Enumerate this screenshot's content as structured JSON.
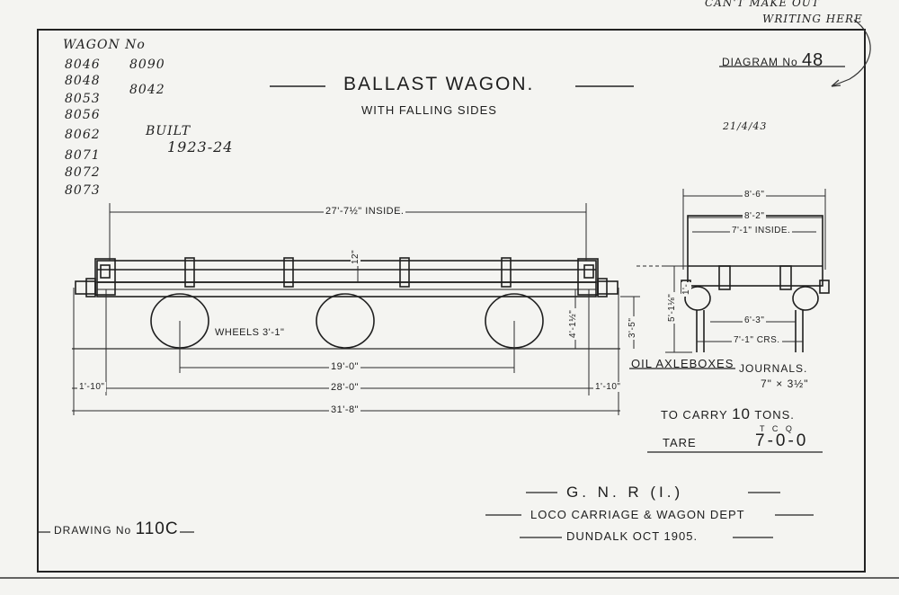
{
  "handwritten": {
    "top_note": [
      "CAN'T MAKE OUT",
      "WRITING HERE"
    ],
    "wagon_no_label": "WAGON No",
    "wagon_numbers_col1": [
      "8046",
      "8048",
      "8053",
      "8056",
      "8062",
      "8071",
      "8072",
      "8073"
    ],
    "wagon_numbers_col2": [
      "8090",
      "8042"
    ],
    "built_label": "BUILT",
    "built_years": "1923-24",
    "date": "21/4/43"
  },
  "drawing": {
    "diagram_label": "DIAGRAM No",
    "diagram_number": "48",
    "title": "BALLAST WAGON.",
    "subtitle": "WITH FALLING SIDES",
    "drawing_label": "DRAWING No",
    "drawing_number": "110C"
  },
  "side_view": {
    "inside_length": "27'-7½\" INSIDE.",
    "side_height": "12\"",
    "wheels_label": "WHEELS 3'-1\"",
    "wheelbase": "19'-0\"",
    "overhang_left": "1'-10\"",
    "overhang_right": "1'-10\"",
    "frame_length": "28'-0\"",
    "overall_length": "31'-8\"",
    "height_a": "4'-1½\"",
    "height_b": "3'-5\""
  },
  "end_view": {
    "overall_width": "8'-6\"",
    "width_b": "8'-2\"",
    "inside_width": "7'-1\" INSIDE.",
    "height_total": "5'-1⅛\"",
    "height_small": "1'-",
    "width_c": "6'-3\"",
    "centres": "7'-1\" CRS."
  },
  "specs": {
    "axleboxes": "OIL AXLEBOXES",
    "journals_label": "JOURNALS.",
    "journals_value": "7\" × 3½\"",
    "carry_label": "TO CARRY",
    "carry_value": "10",
    "carry_unit": "TONS.",
    "tare_label": "TARE",
    "tare_units": "T  C  Q",
    "tare_value": "7-0-0"
  },
  "company": {
    "name": "G.  N.  R  (I.)",
    "dept": "LOCO CARRIAGE & WAGON DEPT",
    "place_date": "DUNDALK  OCT  1905."
  }
}
